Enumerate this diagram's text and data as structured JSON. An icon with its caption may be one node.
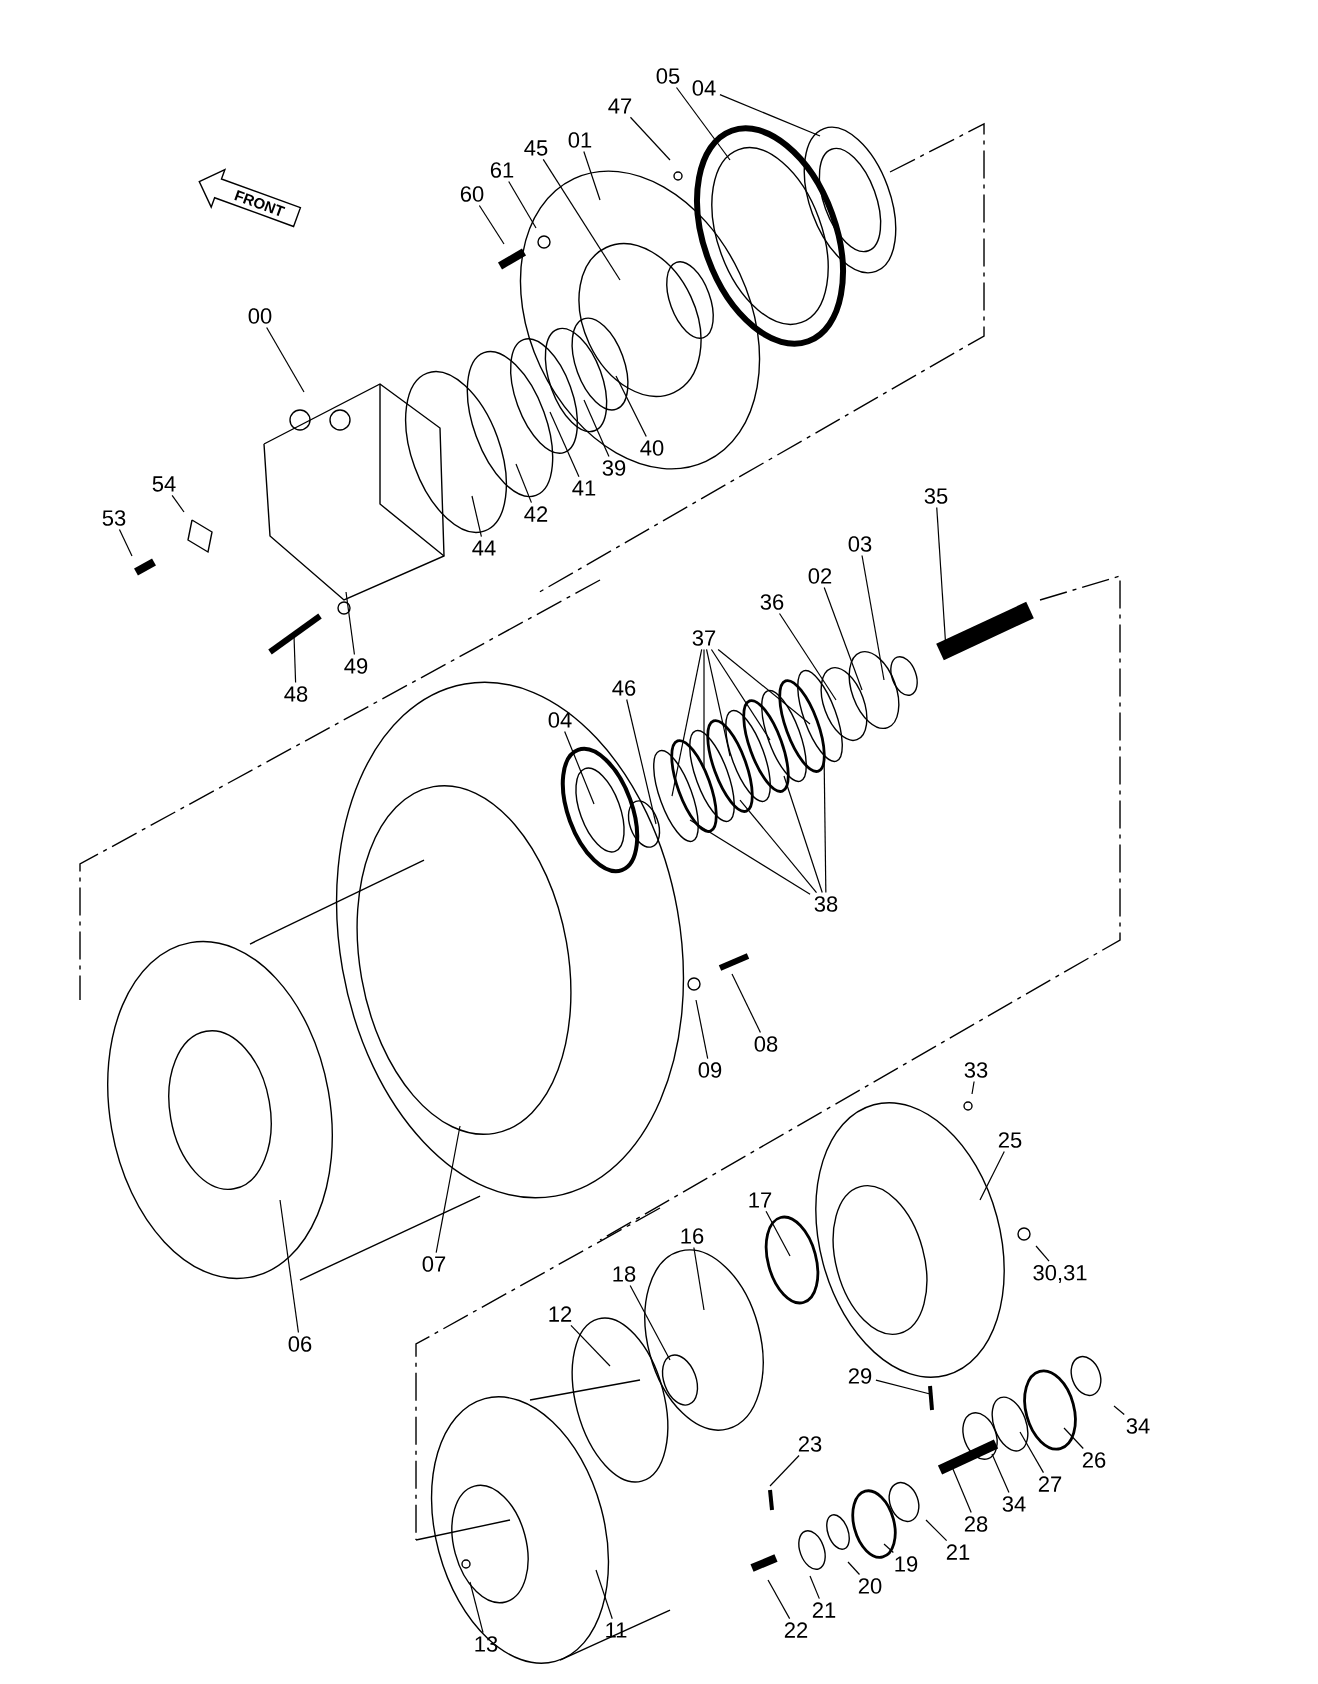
{
  "diagram": {
    "nodes": [
      {
        "text": [
          "04"
        ]
      },
      {
        "text": [
          "05"
        ]
      },
      {
        "text": [
          "47"
        ]
      },
      {
        "text": [
          "01"
        ]
      },
      {
        "text": [
          "45"
        ]
      },
      {
        "text": [
          "61"
        ]
      },
      {
        "text": [
          "60"
        ]
      },
      {
        "text": [
          "FRONT"
        ]
      },
      {
        "text": [
          "00"
        ]
      },
      {
        "text": [
          "40"
        ]
      },
      {
        "text": [
          "39"
        ]
      },
      {
        "text": [
          "41"
        ]
      },
      {
        "text": [
          "42"
        ]
      },
      {
        "text": [
          "44"
        ]
      },
      {
        "text": [
          "54"
        ]
      },
      {
        "text": [
          "53"
        ]
      },
      {
        "text": [
          "49"
        ]
      },
      {
        "text": [
          "48"
        ]
      },
      {
        "text": [
          "35"
        ]
      },
      {
        "text": [
          "03"
        ]
      },
      {
        "text": [
          "02"
        ]
      },
      {
        "text": [
          "36"
        ]
      },
      {
        "text": [
          "37"
        ]
      },
      {
        "text": [
          "46"
        ]
      },
      {
        "text": [
          "04"
        ]
      },
      {
        "text": [
          "38"
        ]
      },
      {
        "text": [
          "08"
        ]
      },
      {
        "text": [
          "09"
        ]
      },
      {
        "text": [
          "07"
        ]
      },
      {
        "text": [
          "06"
        ]
      },
      {
        "text": [
          "33"
        ]
      },
      {
        "text": [
          "25"
        ]
      },
      {
        "text": [
          "30,31"
        ]
      },
      {
        "text": [
          "17"
        ]
      },
      {
        "text": [
          "16"
        ]
      },
      {
        "text": [
          "18"
        ]
      },
      {
        "text": [
          "12"
        ]
      },
      {
        "text": [
          "29"
        ]
      },
      {
        "text": [
          "23"
        ]
      },
      {
        "text": [
          "34"
        ]
      },
      {
        "text": [
          "26"
        ]
      },
      {
        "text": [
          "27"
        ]
      },
      {
        "text": [
          "28"
        ]
      },
      {
        "text": [
          "34"
        ]
      },
      {
        "text": [
          "21"
        ]
      },
      {
        "text": [
          "19"
        ]
      },
      {
        "text": [
          "20"
        ]
      },
      {
        "text": [
          "21"
        ]
      },
      {
        "text": [
          "22"
        ]
      },
      {
        "text": [
          "11"
        ]
      },
      {
        "text": [
          "13"
        ]
      }
    ],
    "edges": [
      {
        "from": 0,
        "to": null,
        "arrow": "none"
      },
      {
        "from": 1,
        "to": null,
        "arrow": "none"
      },
      {
        "from": 2,
        "to": null,
        "arrow": "none"
      },
      {
        "from": 3,
        "to": null,
        "arrow": "none"
      },
      {
        "from": 4,
        "to": null,
        "arrow": "none"
      },
      {
        "from": 5,
        "to": null,
        "arrow": "none"
      },
      {
        "from": 6,
        "to": null,
        "arrow": "none"
      },
      {
        "from": 8,
        "to": null,
        "arrow": "none"
      },
      {
        "from": 9,
        "to": null,
        "arrow": "none"
      },
      {
        "from": 10,
        "to": null,
        "arrow": "none"
      },
      {
        "from": 11,
        "to": null,
        "arrow": "none"
      },
      {
        "from": 12,
        "to": null,
        "arrow": "none"
      },
      {
        "from": 13,
        "to": null,
        "arrow": "none"
      },
      {
        "from": 14,
        "to": null,
        "arrow": "none"
      },
      {
        "from": 15,
        "to": null,
        "arrow": "none"
      },
      {
        "from": 16,
        "to": null,
        "arrow": "none"
      },
      {
        "from": 17,
        "to": null,
        "arrow": "none"
      },
      {
        "from": 18,
        "to": null,
        "arrow": "none"
      },
      {
        "from": 19,
        "to": null,
        "arrow": "none"
      },
      {
        "from": 20,
        "to": null,
        "arrow": "none"
      },
      {
        "from": 21,
        "to": null,
        "arrow": "none"
      },
      {
        "from": 22,
        "to": null,
        "arrow": "none"
      },
      {
        "from": 22,
        "to": null,
        "arrow": "none"
      },
      {
        "from": 22,
        "to": null,
        "arrow": "none"
      },
      {
        "from": 22,
        "to": null,
        "arrow": "none"
      },
      {
        "from": 22,
        "to": null,
        "arrow": "none"
      },
      {
        "from": 23,
        "to": null,
        "arrow": "none"
      },
      {
        "from": 24,
        "to": null,
        "arrow": "none"
      },
      {
        "from": 25,
        "to": null,
        "arrow": "none"
      },
      {
        "from": 25,
        "to": null,
        "arrow": "none"
      },
      {
        "from": 25,
        "to": null,
        "arrow": "none"
      },
      {
        "from": 25,
        "to": null,
        "arrow": "none"
      },
      {
        "from": 26,
        "to": null,
        "arrow": "none"
      },
      {
        "from": 27,
        "to": null,
        "arrow": "none"
      },
      {
        "from": 28,
        "to": null,
        "arrow": "none"
      },
      {
        "from": 29,
        "to": null,
        "arrow": "none"
      },
      {
        "from": 30,
        "to": null,
        "arrow": "none"
      },
      {
        "from": 31,
        "to": null,
        "arrow": "none"
      },
      {
        "from": 32,
        "to": null,
        "arrow": "none"
      },
      {
        "from": 33,
        "to": null,
        "arrow": "none"
      },
      {
        "from": 34,
        "to": null,
        "arrow": "none"
      },
      {
        "from": 35,
        "to": null,
        "arrow": "none"
      },
      {
        "from": 36,
        "to": null,
        "arrow": "none"
      },
      {
        "from": 37,
        "to": null,
        "arrow": "none"
      },
      {
        "from": 38,
        "to": null,
        "arrow": "none"
      },
      {
        "from": 39,
        "to": null,
        "arrow": "none"
      },
      {
        "from": 40,
        "to": null,
        "arrow": "none"
      },
      {
        "from": 41,
        "to": null,
        "arrow": "none"
      },
      {
        "from": 42,
        "to": null,
        "arrow": "none"
      },
      {
        "from": 43,
        "to": null,
        "arrow": "none"
      },
      {
        "from": 44,
        "to": null,
        "arrow": "none"
      },
      {
        "from": 45,
        "to": null,
        "arrow": "none"
      },
      {
        "from": 46,
        "to": null,
        "arrow": "none"
      },
      {
        "from": 47,
        "to": null,
        "arrow": "none"
      },
      {
        "from": 48,
        "to": null,
        "arrow": "none"
      },
      {
        "from": 49,
        "to": null,
        "arrow": "none"
      },
      {
        "from": 50,
        "to": null,
        "arrow": "none"
      }
    ]
  }
}
